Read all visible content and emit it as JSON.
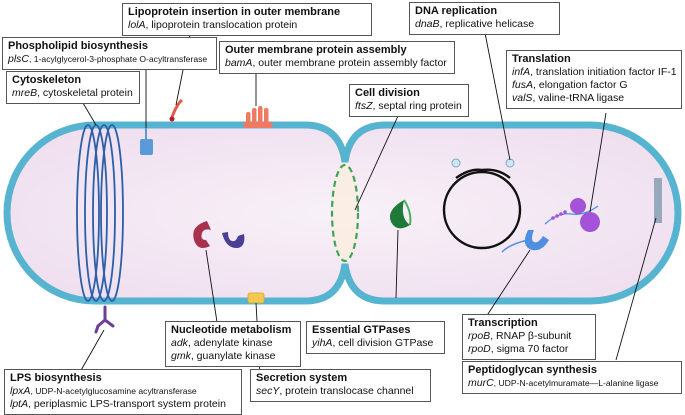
{
  "boxes": {
    "lipoprotein": {
      "title": "Lipoprotein insertion in outer membrane",
      "rows": [
        {
          "gene": "lolA",
          "desc": ", lipoprotein translocation protein"
        }
      ]
    },
    "phospholipid": {
      "title": "Phospholipid biosynthesis",
      "rows": [
        {
          "gene": "plsC",
          "desc": ", 1-acylglycerol-3-phosphate O-acyltransferase"
        }
      ]
    },
    "outer_membrane": {
      "title": "Outer membrane protein assembly",
      "rows": [
        {
          "gene": "bamA",
          "desc": ", outer membrane protein assembly factor"
        }
      ]
    },
    "dna_replication": {
      "title": "DNA replication",
      "rows": [
        {
          "gene": "dnaB",
          "desc": ", replicative helicase"
        }
      ]
    },
    "translation": {
      "title": "Translation",
      "rows": [
        {
          "gene": "infA",
          "desc": ", translation initiation factor IF-1"
        },
        {
          "gene": "fusA",
          "desc": ", elongation factor G"
        },
        {
          "gene": "valS",
          "desc": ", valine-tRNA ligase"
        }
      ]
    },
    "cytoskeleton": {
      "title": "Cytoskeleton",
      "rows": [
        {
          "gene": "mreB",
          "desc": ", cytoskeletal protein"
        }
      ]
    },
    "cell_division": {
      "title": "Cell division",
      "rows": [
        {
          "gene": "ftsZ",
          "desc": ", septal ring protein"
        }
      ]
    },
    "nucleotide": {
      "title": "Nucleotide metabolism",
      "rows": [
        {
          "gene": "adk",
          "desc": ", adenylate kinase"
        },
        {
          "gene": "gmk",
          "desc": ", guanylate kinase"
        }
      ]
    },
    "gtpases": {
      "title": "Essential GTPases",
      "rows": [
        {
          "gene": "yihA",
          "desc": ", cell division GTPase"
        }
      ]
    },
    "transcription": {
      "title": "Transcription",
      "rows": [
        {
          "gene": "rpoB",
          "desc": ", RNAP β-subunit"
        },
        {
          "gene": "rpoD",
          "desc": ", sigma 70 factor"
        }
      ]
    },
    "lps": {
      "title": "LPS biosynthesis",
      "rows": [
        {
          "gene": "lpxA",
          "desc": ", UDP-N-acetylglucosamine acyltransferase"
        },
        {
          "gene": "lptA",
          "desc": ", periplasmic LPS-transport system protein"
        }
      ]
    },
    "secretion": {
      "title": "Secretion system",
      "rows": [
        {
          "gene": "secY",
          "desc": ", protein translocase channel"
        }
      ]
    },
    "peptidoglycan": {
      "title": "Peptidoglycan synthesis",
      "rows": [
        {
          "gene": "murC",
          "desc": ", UDP-N-acetylmuramate—L-alanine ligase"
        }
      ]
    }
  },
  "colors": {
    "membrane": "#57b4d0",
    "cytoplasm": "#f4e8f4",
    "ftsz": "#3fa35a",
    "kinase_red": "#a8324e",
    "kinase_blue": "#4a3f95",
    "ribosome": "#a452d8",
    "rnap": "#4f8fe0",
    "lps": "#6f3f96",
    "bama": "#ee7a62",
    "secy": "#f3c84f",
    "plsc": "#5a9ad8"
  }
}
